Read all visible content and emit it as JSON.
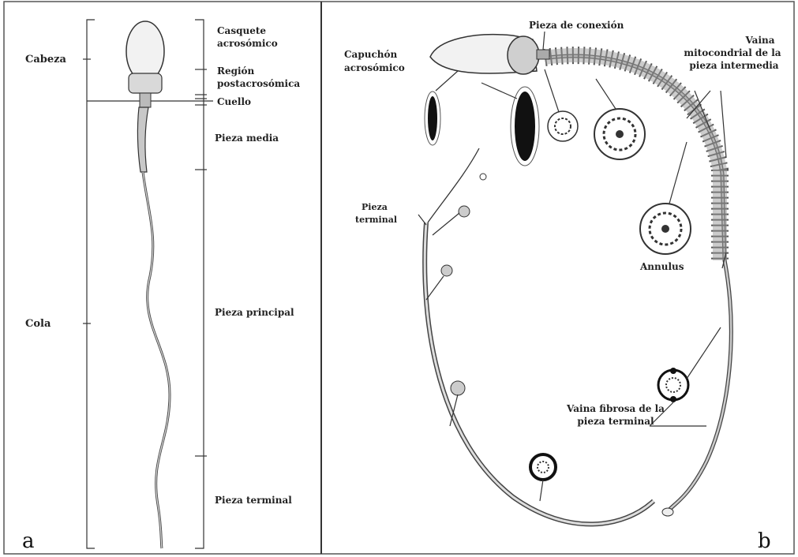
{
  "panel_a": {
    "letter": "a",
    "left_labels": {
      "head": "Cabeza",
      "tail": "Cola"
    },
    "right_labels": {
      "acrosome_cap_line1": "Casquete",
      "acrosome_cap_line2": "acrosómico",
      "post_region_line1": "Región",
      "post_region_line2": "postacrosómica",
      "neck": "Cuello",
      "middle_piece": "Pieza media",
      "principal_piece": "Pieza principal",
      "terminal_piece": "Pieza terminal"
    }
  },
  "panel_b": {
    "letter": "b",
    "labels": {
      "connecting_piece": "Pieza de conexión",
      "acrosomal_cap_line1": "Capuchón",
      "acrosomal_cap_line2": "acrosómico",
      "mito_sheath_line1": "Vaina",
      "mito_sheath_line2": "mitocondrial de la",
      "mito_sheath_line3": "pieza intermedia",
      "terminal_piece_line1": "Pieza",
      "terminal_piece_line2": "terminal",
      "annulus": "Annulus",
      "fibrous_sheath_line1": "Vaina fibrosa de la",
      "fibrous_sheath_line2": "pieza terminal"
    }
  }
}
